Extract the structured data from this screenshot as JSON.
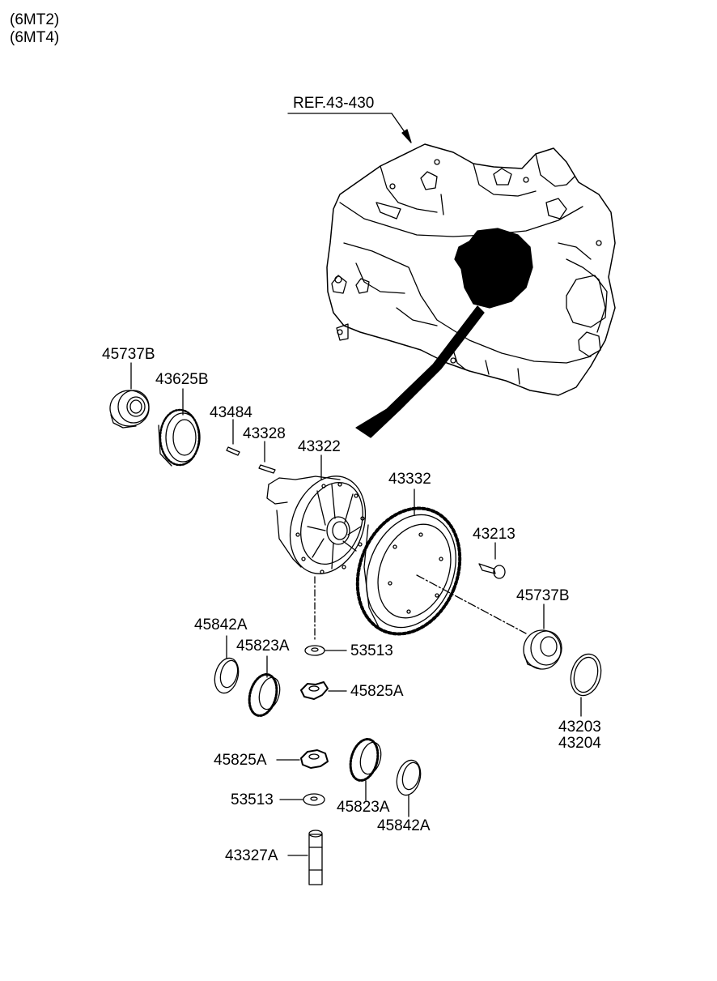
{
  "models": [
    "(6MT2)",
    "(6MT4)"
  ],
  "reference": "REF.43-430",
  "parts": {
    "p45737B_left": "45737B",
    "p43625B": "43625B",
    "p43484": "43484",
    "p43328": "43328",
    "p43322": "43322",
    "p43332": "43332",
    "p43213": "43213",
    "p45737B_right": "45737B",
    "p45842A_top": "45842A",
    "p45823A_top": "45823A",
    "p53513_top": "53513",
    "p45825A_top": "45825A",
    "p43203": "43203",
    "p43204": "43204",
    "p45825A_bottom": "45825A",
    "p53513_bottom": "53513",
    "p45823A_bottom": "45823A",
    "p45842A_bottom": "45842A",
    "p43327A": "43327A"
  },
  "colors": {
    "ink": "#000000",
    "paper": "#ffffff"
  }
}
